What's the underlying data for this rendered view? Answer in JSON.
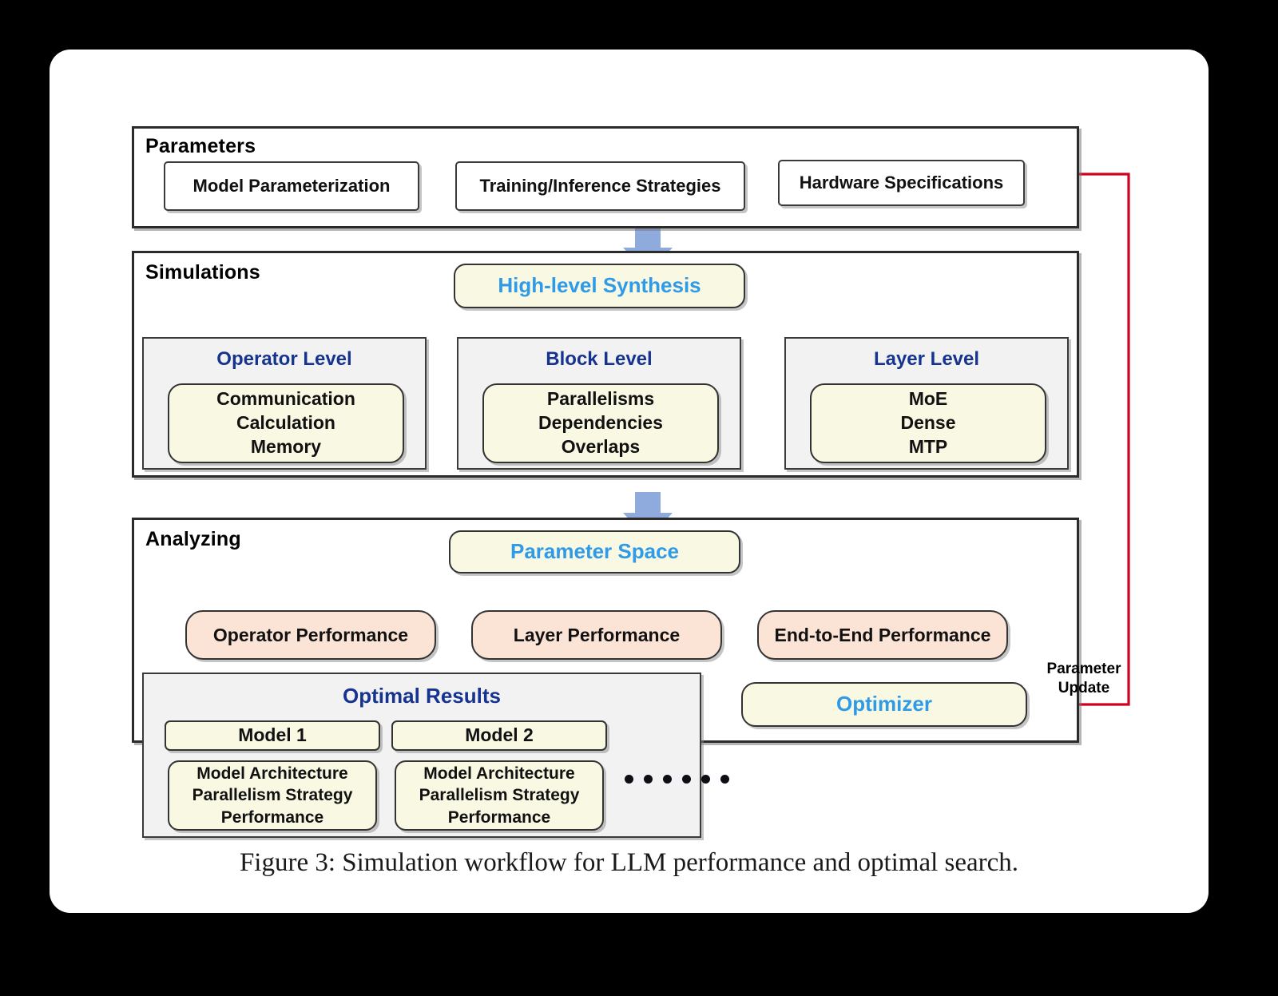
{
  "figure": {
    "caption": "Figure 3: Simulation workflow for LLM performance and optimal search."
  },
  "colors": {
    "cream": "#F8F8E3",
    "peach": "#FBE4D5",
    "panel_grey": "#F2F2F2",
    "navy_text": "#16348F",
    "blue_text": "#2E9AE8",
    "red_arrow": "#D00020",
    "blue_block_arrow": "#8FAADC",
    "border": "#2B2B2B"
  },
  "parameters": {
    "title": "Parameters",
    "items": [
      {
        "label": "Model Parameterization"
      },
      {
        "label": "Training/Inference Strategies"
      },
      {
        "label": "Hardware Specifications"
      }
    ]
  },
  "simulations": {
    "title": "Simulations",
    "synthesis": {
      "label": "High-level Synthesis"
    },
    "levels": [
      {
        "head": "Operator Level",
        "lines": [
          "Communication",
          "Calculation",
          "Memory"
        ]
      },
      {
        "head": "Block Level",
        "lines": [
          "Parallelisms",
          "Dependencies",
          "Overlaps"
        ]
      },
      {
        "head": "Layer Level",
        "lines": [
          "MoE",
          "Dense",
          "MTP"
        ]
      }
    ]
  },
  "analyzing": {
    "title": "Analyzing",
    "parameter_space": {
      "label": "Parameter Space"
    },
    "performance": [
      {
        "label": "Operator Performance"
      },
      {
        "label": "Layer Performance"
      },
      {
        "label": "End-to-End Performance"
      }
    ],
    "optimizer": {
      "label": "Optimizer"
    },
    "feedback": {
      "label": "Parameter\nUpdate",
      "line1": "Parameter",
      "line2": "Update"
    },
    "optimal_results": {
      "title": "Optimal Results",
      "models": [
        {
          "name": "Model 1",
          "lines": [
            "Model Architecture",
            "Parallelism Strategy",
            "Performance"
          ]
        },
        {
          "name": "Model 2",
          "lines": [
            "Model Architecture",
            "Parallelism Strategy",
            "Performance"
          ]
        }
      ],
      "ellipsis_dots": 6
    }
  },
  "icons": {
    "down_block_arrow": "down-block-arrow",
    "arrow_head": "arrow-head"
  }
}
